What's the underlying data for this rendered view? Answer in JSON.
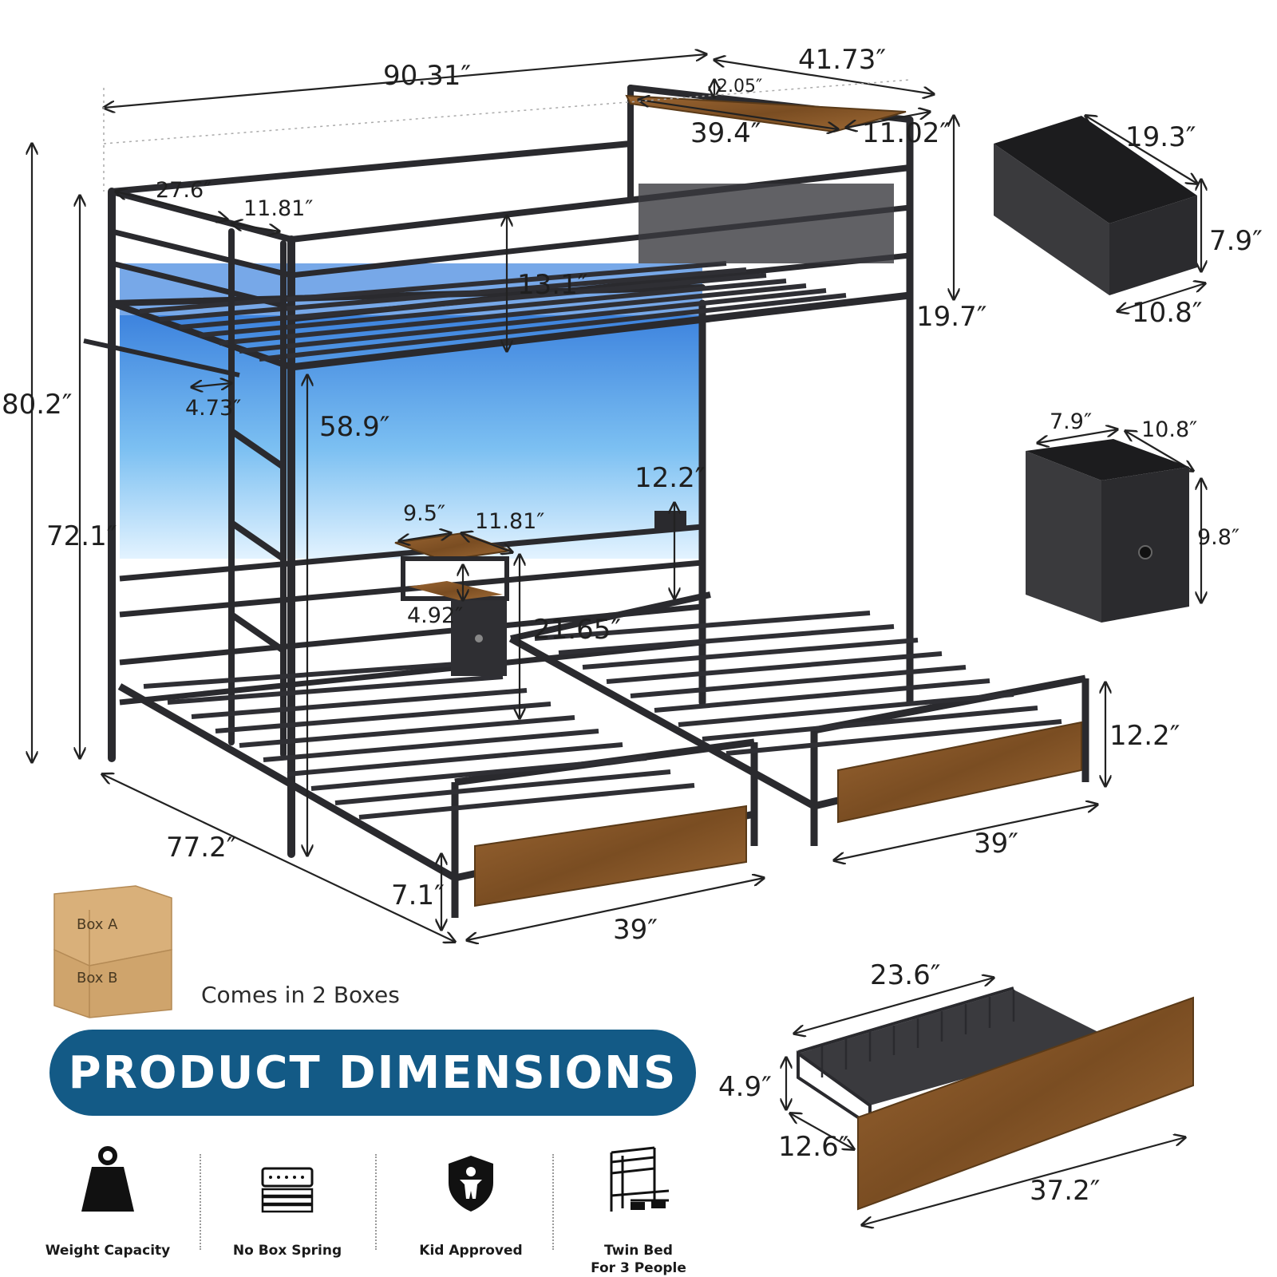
{
  "dimensions": {
    "length_total": "90.31″",
    "width_total": "41.73″",
    "shelf_height": "2.05″",
    "shelf_length": "39.4″",
    "shelf_depth": "11.02″",
    "guardrail_span": "27.6″",
    "ladder_offset": "11.81″",
    "rail_height": "13.1″",
    "top_side_height": "19.7″",
    "overall_height": "80.2″",
    "top_bunk_height": "72.1″",
    "ladder_step_gap": "4.73″",
    "underside_clearance": "58.9″",
    "lower_rail_height": "12.2″",
    "nightstand_width": "9.5″",
    "nightstand_depth": "11.81″",
    "nightstand_gap": "4.92″",
    "nightstand_height": "21.65″",
    "bed_length": "77.2″",
    "bed_left_width": "39″",
    "bed_right_width": "39″",
    "headboard_height": "12.2″",
    "footboard_height": "7.1″"
  },
  "bins": {
    "large_length": "19.3″",
    "large_height": "7.9″",
    "large_width": "10.8″",
    "small_width": "7.9″",
    "small_depth": "10.8″",
    "small_height": "9.8″"
  },
  "drawer": {
    "length": "23.6″",
    "height": "4.9″",
    "depth": "12.6″",
    "front_width": "37.2″"
  },
  "boxes": {
    "box_a": "Box A",
    "box_b": "Box B",
    "note": "Comes in 2 Boxes"
  },
  "banner": {
    "title": "PRODUCT DIMENSIONS",
    "color": "#135a86"
  },
  "features": [
    {
      "icon": "weight-icon",
      "label": "Weight Capacity"
    },
    {
      "icon": "mattress-icon",
      "label": "No Box Spring"
    },
    {
      "icon": "shield-child-icon",
      "label": "Kid Approved"
    },
    {
      "icon": "bunk-bed-icon",
      "label": "Twin Bed",
      "label2": "For 3 People"
    }
  ],
  "colors": {
    "frame": "#2a2a2e",
    "wood": "#8a5a2b",
    "sky_top": "#3f86e0",
    "sky_bottom": "#d9efff",
    "bin": "#2e2e30"
  }
}
